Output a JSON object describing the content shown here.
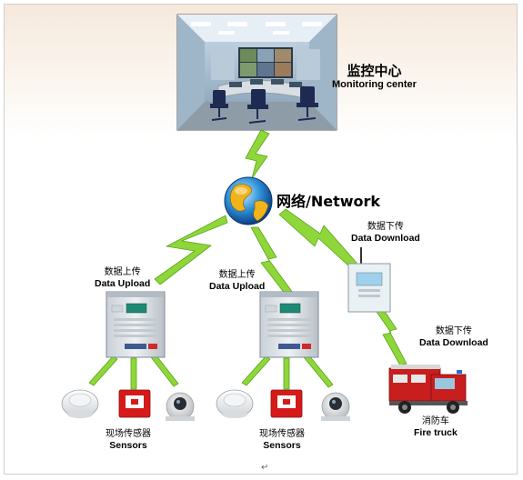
{
  "monitoring_center": {
    "label_zh": "监控中心",
    "label_en": "Monitoring center"
  },
  "network": {
    "label": "网络/Network"
  },
  "upload_left": {
    "label_zh": "数据上传",
    "label_en": "Data Upload"
  },
  "upload_right": {
    "label_zh": "数据上传",
    "label_en": "Data Upload"
  },
  "download_top": {
    "label_zh": "数据下传",
    "label_en": "Data Download"
  },
  "download_bottom": {
    "label_zh": "数据下传",
    "label_en": "Data Download"
  },
  "sensors_left": {
    "label_zh": "现场传感器",
    "label_en": "Sensors"
  },
  "sensors_right": {
    "label_zh": "现场传感器",
    "label_en": "Sensors"
  },
  "fire_truck": {
    "label_zh": "消防车",
    "label_en": "Fire truck"
  },
  "paragraph_mark": "↵",
  "colors": {
    "link": "#8ed63a",
    "link_dark": "#5aa61e",
    "panel": "#d7dde3",
    "alarm_red": "#d61a1a",
    "truck_red": "#c81e1e"
  }
}
